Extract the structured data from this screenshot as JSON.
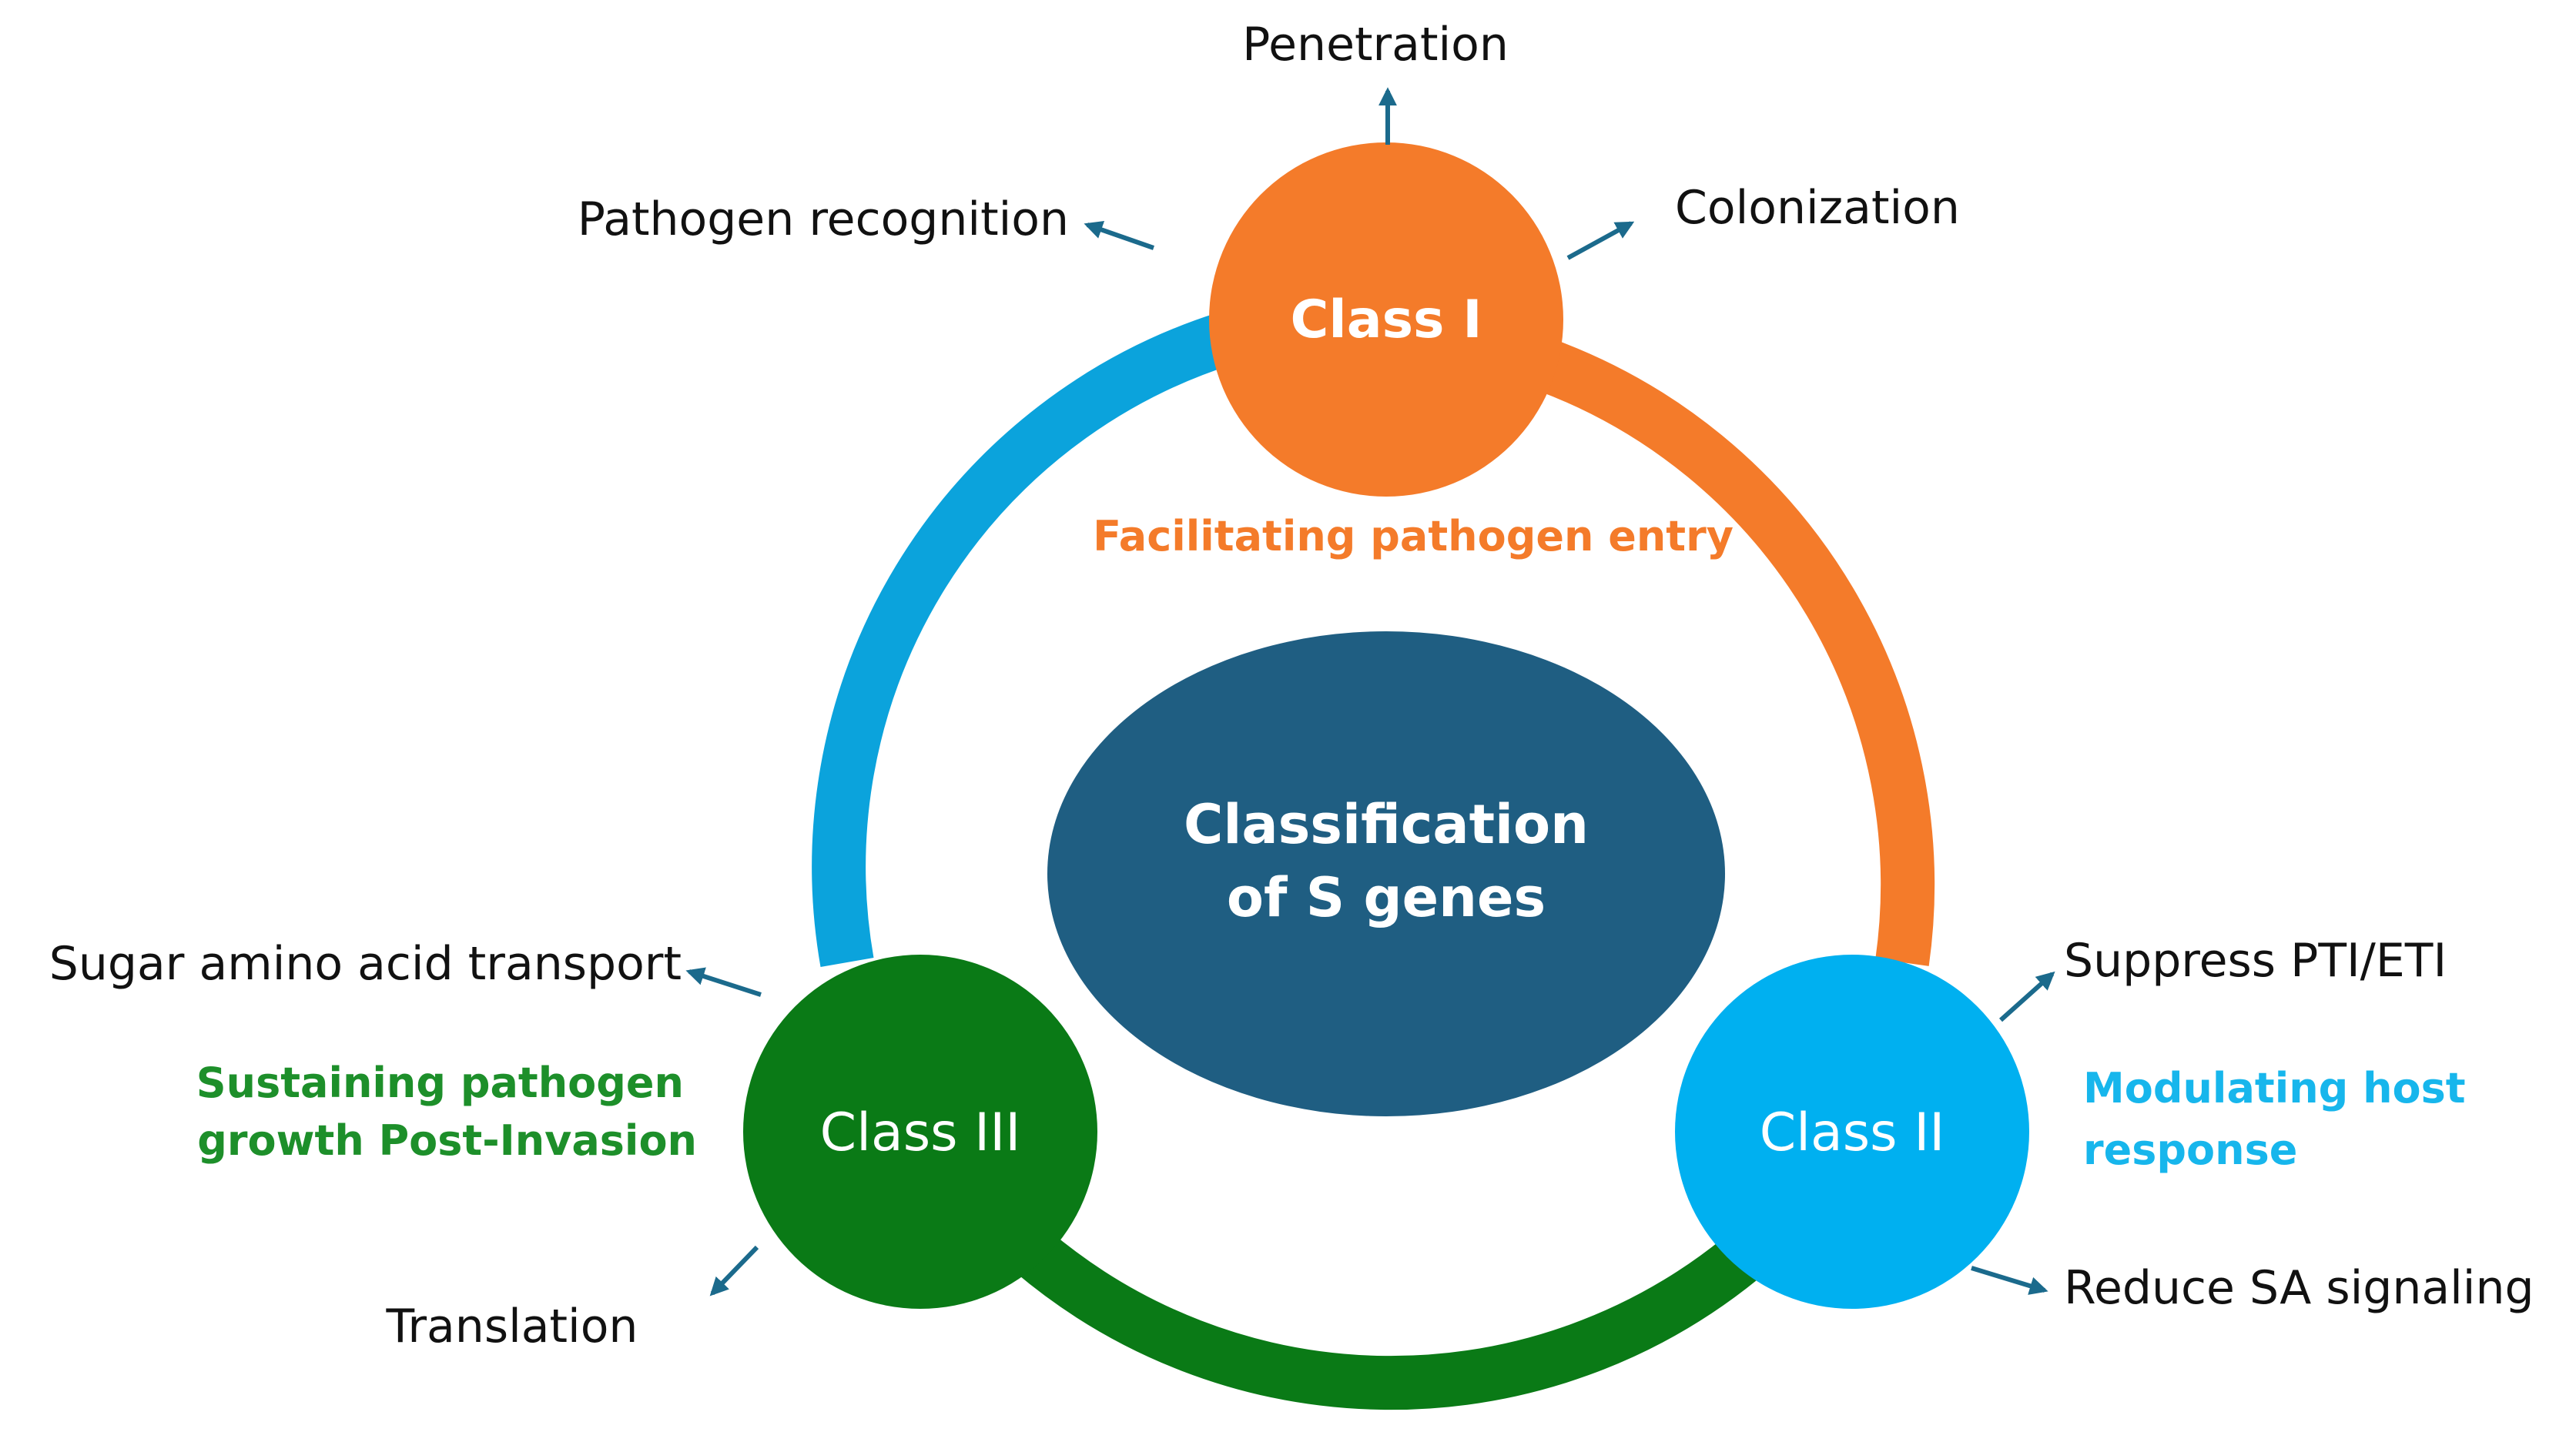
{
  "center": {
    "line1": "Classification",
    "line2": "of S genes"
  },
  "classes": {
    "class1": {
      "name": "Class I",
      "role": "Facilitating pathogen entry",
      "functions": [
        "Penetration",
        "Pathogen recognition",
        "Colonization"
      ]
    },
    "class2": {
      "name": "Class II",
      "role_line1": "Modulating host",
      "role_line2": "response",
      "functions": [
        "Suppress PTI/ETI",
        "Reduce SA signaling"
      ]
    },
    "class3": {
      "name": "Class III",
      "role_line1": "Sustaining pathogen",
      "role_line2": "growth Post-Invasion",
      "functions": [
        "Sugar amino acid transport",
        "Translation"
      ]
    }
  },
  "colors": {
    "class1": "#F47B2A",
    "class2": "#00B0F0",
    "class3": "#0A7A16",
    "center": "#1F5E82",
    "arc_left": "#0BA3DC",
    "arrow": "#1B6A8C",
    "class2_role": "#17B6EC",
    "class3_role": "#1D8F2A"
  }
}
